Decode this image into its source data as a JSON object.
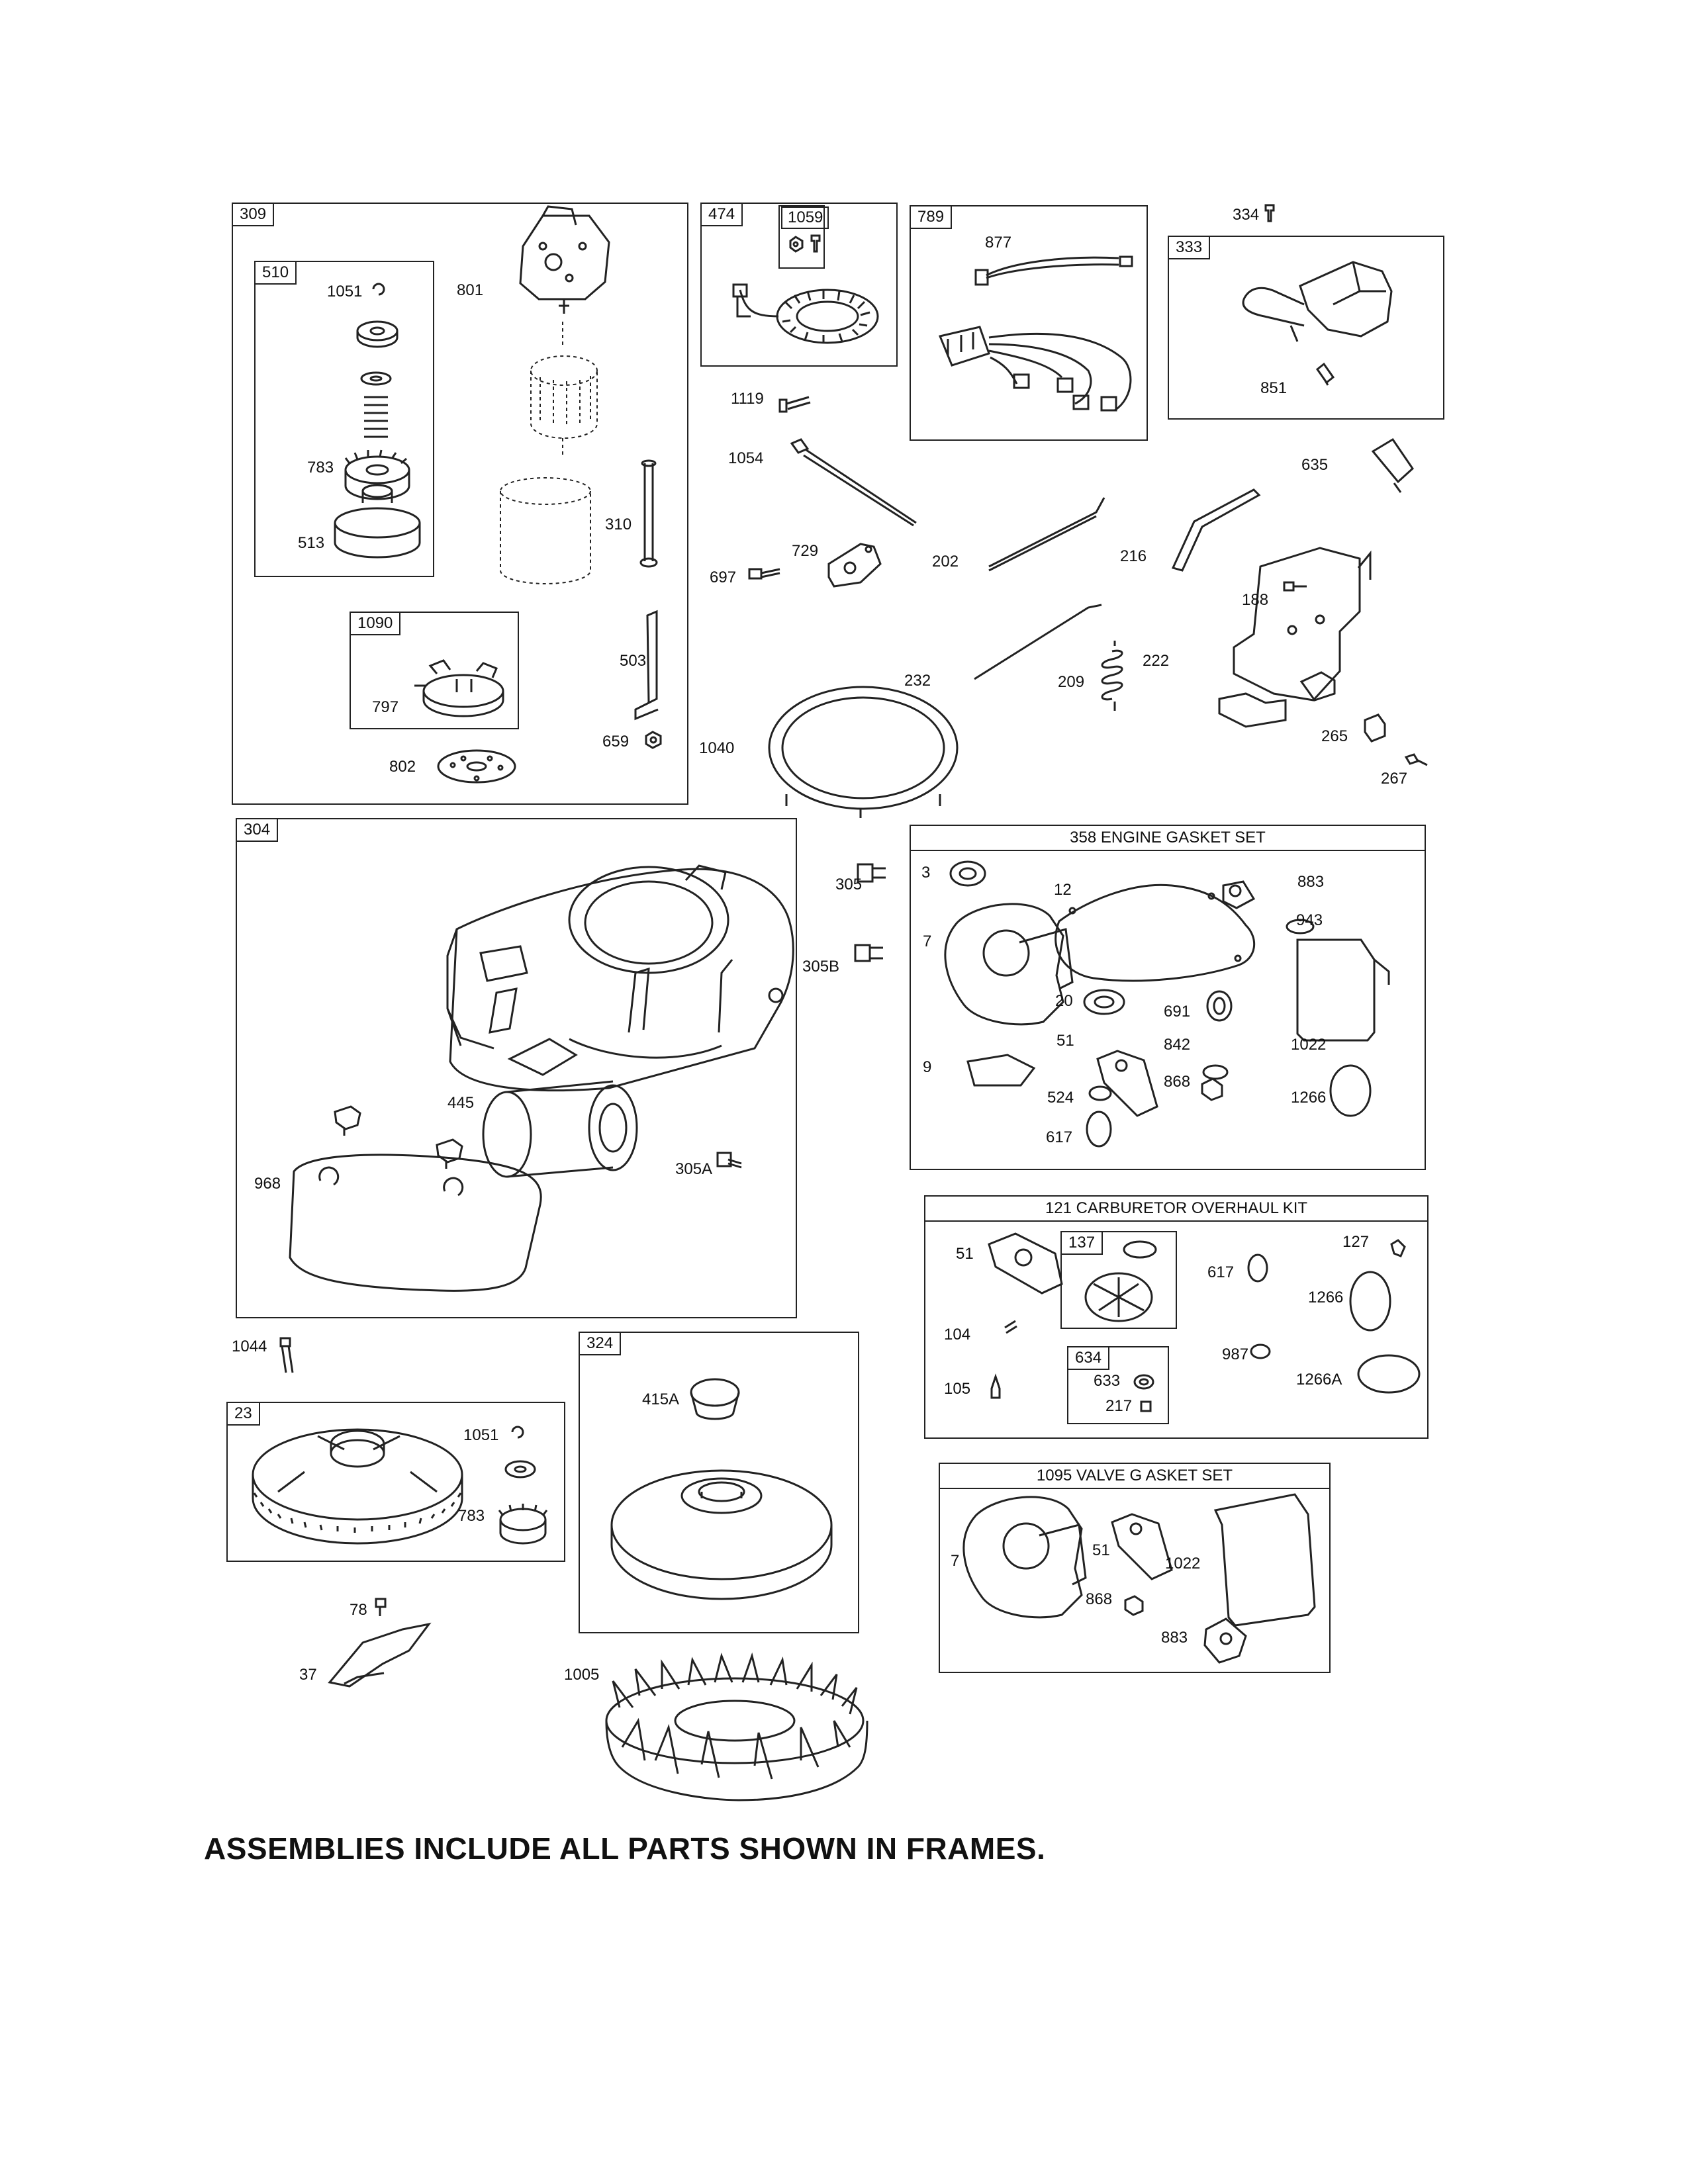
{
  "frames": {
    "f309": "309",
    "f510": "510",
    "f1090": "1090",
    "f474": "474",
    "f1059": "1059",
    "f789": "789",
    "f333": "333",
    "f304": "304",
    "f358": "358 ENGINE GASKET SET",
    "f121": "121 CARBURETOR OVERHAUL KIT",
    "f137": "137",
    "f634": "634",
    "f23": "23",
    "f324": "324",
    "f1095": "1095 VALVE G    ASKET SET"
  },
  "labels": {
    "p1051a": "1051",
    "p801": "801",
    "p783a": "783",
    "p513": "513",
    "p310": "310",
    "p797": "797",
    "p503": "503",
    "p802": "802",
    "p659": "659",
    "p877": "877",
    "p334": "334",
    "p851": "851",
    "p1119": "1119",
    "p1054": "1054",
    "p635": "635",
    "p729": "729",
    "p697": "697",
    "p202": "202",
    "p216": "216",
    "p188": "188",
    "p232": "232",
    "p209": "209",
    "p222": "222",
    "p1040": "1040",
    "p265": "265",
    "p267": "267",
    "p305": "305",
    "p305B": "305B",
    "p445": "445",
    "p305A": "305A",
    "p968": "968",
    "g3": "3",
    "g12": "12",
    "g883": "883",
    "g943": "943",
    "g7": "7",
    "g20": "20",
    "g691": "691",
    "g51": "51",
    "g842": "842",
    "g1022": "1022",
    "g9": "9",
    "g868": "868",
    "g524": "524",
    "g1266": "1266",
    "g617": "617",
    "c51": "51",
    "c617": "617",
    "c127": "127",
    "c1266": "1266",
    "c104": "104",
    "c987": "987",
    "c1266A": "1266A",
    "c105": "105",
    "c633": "633",
    "c217": "217",
    "p1044": "1044",
    "p1051b": "1051",
    "p783b": "783",
    "p415A": "415A",
    "p78": "78",
    "p37": "37",
    "p1005": "1005",
    "v7": "7",
    "v51": "51",
    "v1022": "1022",
    "v868": "868",
    "v883": "883"
  },
  "footer_note": "ASSEMBLIES INCLUDE ALL PARTS SHOWN IN FRAMES."
}
